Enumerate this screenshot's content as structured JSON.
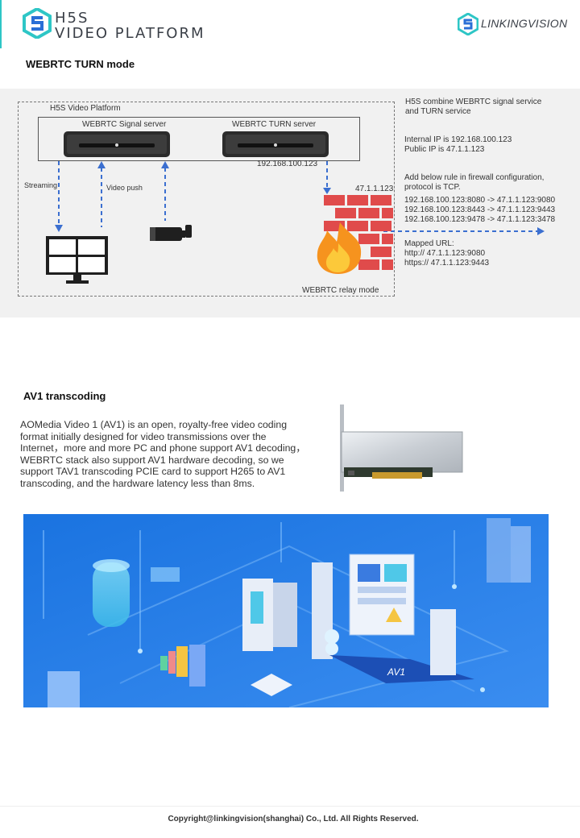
{
  "header": {
    "brand_line1": "H5S",
    "brand_line2": "VIDEO PLATFORM",
    "partner": "LINKINGVISION",
    "accent": "#2ec6c6",
    "logo_blue": "#2a6fd6"
  },
  "turn": {
    "title": "WEBRTC TURN mode",
    "platform_label": "H5S Video Platform",
    "signal_server": "WEBRTC Signal server",
    "turn_server": "WEBRTC TURN server",
    "turn_ip": "192.168.100.123",
    "streaming": "Streaming",
    "video_push": "Video push",
    "public_ip_label": "47.1.1.123",
    "relay_mode": "WEBRTC relay mode",
    "notes": {
      "combine_1": "H5S combine WEBRTC signal service",
      "combine_2": "and TURN service",
      "internal_ip": "Internal IP is 192.168.100.123",
      "public_ip": "Public IP is 47.1.1.123",
      "rule_1": "Add below rule in firewall configuration,",
      "rule_2": "protocol is TCP.",
      "map_1": "192.168.100.123:8080 -> 47.1.1.123:9080",
      "map_2": "192.168.100.123:8443 -> 47.1.1.123:9443",
      "map_3": "192.168.100.123:9478 -> 47.1.1.123:3478",
      "mapped_url": "Mapped URL:",
      "url_http": "http:// 47.1.1.123:9080",
      "url_https": "https:// 47.1.1.123:9443"
    }
  },
  "av1": {
    "title": "AV1 transcoding",
    "paragraph": "AOMedia Video 1 (AV1) is an open, royalty-free video coding format initially designed  for video transmissions over the Internet，more and more PC and phone support AV1 decoding，WEBRTC stack also support AV1 hardware decoding, so we support TAV1 transcoding PCIE card to support H265 to AV1 transcoding, and the hardware latency less than 8ms.",
    "illustration_label": "AV1"
  },
  "footer": {
    "copyright": "Copyright@linkingvision(shanghai) Co., Ltd. All Rights Reserved."
  }
}
